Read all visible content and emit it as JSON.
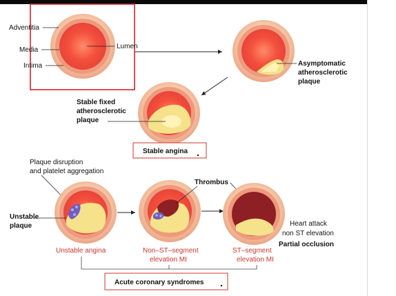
{
  "colors": {
    "vessel_outer": "#f0b895",
    "vessel_ring": "#ef8f6f",
    "lumen": "#f4503d",
    "plaque": "#f5e28a",
    "thrombus": "#8e1f24",
    "platelet": "#6f5fc0",
    "label_red": "#c8372d",
    "annotation_red": "#d3222b"
  },
  "labels": {
    "adventitia": "Adventitia",
    "media": "Media",
    "intima": "Intima",
    "lumen": "Lumen",
    "asymptomatic": [
      "Asymptomatic",
      "atherosclerotic",
      "plaque"
    ],
    "stable_fixed": [
      "Stable fixed",
      "atherosclerotic",
      "plaque"
    ],
    "stable_angina": "Stable angina",
    "plaque_disruption": [
      "Plaque disruption",
      "and platelet aggregation"
    ],
    "thrombus": "Thrombus",
    "unstable_plaque": [
      "Unstable",
      "plaque"
    ],
    "unstable_angina": "Unstable angina",
    "nstemi": [
      "Non–ST–segment",
      "elevation MI"
    ],
    "stemi": [
      "ST–segment",
      "elevation MI"
    ],
    "heart_attack": [
      "Heart attack",
      "non ST elevation"
    ],
    "partial_occlusion": "Partial occlusion",
    "acs": "Acute coronary syndromes"
  }
}
